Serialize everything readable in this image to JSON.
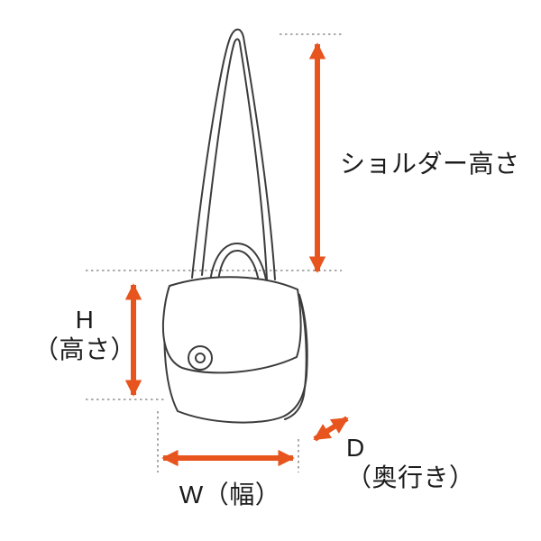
{
  "diagram": {
    "subject": "shoulder-bag-dimension-diagram",
    "labels": {
      "shoulder_height": "ショルダー高さ",
      "height_letter": "H",
      "height_sub": "（高さ）",
      "width": "W（幅）",
      "depth_letter": "D",
      "depth_sub": "（奥行き）"
    },
    "colors": {
      "arrow": "#e8541e",
      "line_art": "#3c3c3c",
      "guide": "#8f8f8f",
      "background": "#ffffff"
    }
  }
}
